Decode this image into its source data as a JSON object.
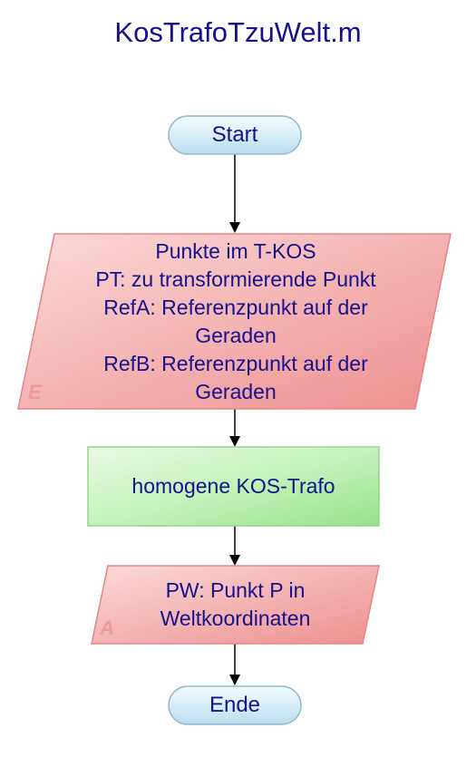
{
  "title": "KosTrafoTzuWelt.m",
  "nodes": {
    "start": {
      "label": "Start"
    },
    "input": {
      "lines": [
        "Punkte im T-KOS",
        "PT: zu transformierende Punkt",
        "RefA: Referenzpunkt auf der",
        "Geraden",
        "RefB: Referenzpunkt auf der",
        "Geraden"
      ],
      "tag": "E"
    },
    "process": {
      "label": "homogene KOS-Trafo"
    },
    "output": {
      "lines": [
        "PW: Punkt P in",
        "Weltkoordinaten"
      ],
      "tag": "A"
    },
    "end": {
      "label": "Ende"
    }
  },
  "colors": {
    "text": "#14128c",
    "terminal_fill": "#d8eef7",
    "io_fill": "#f3a9a9",
    "process_fill": "#b8f0b0",
    "tag": "#f19a9a"
  }
}
